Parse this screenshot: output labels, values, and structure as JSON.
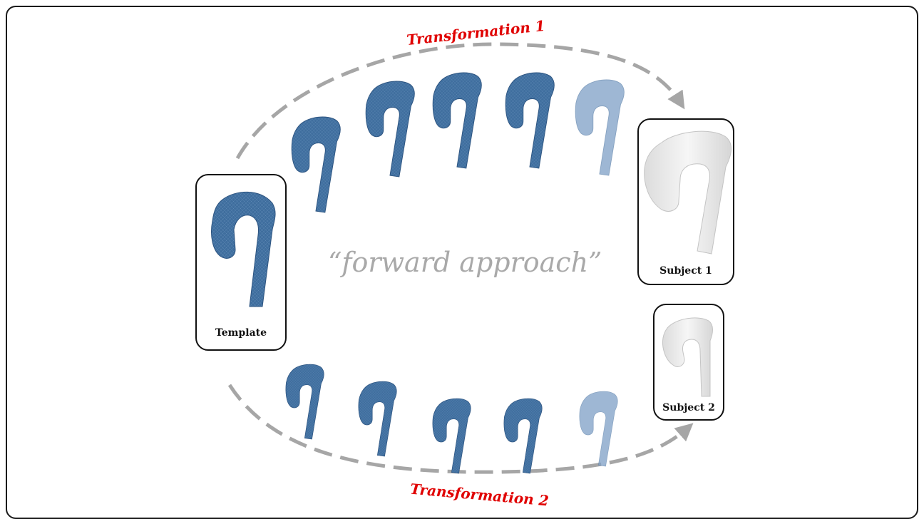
{
  "figure": {
    "approach_label": "“forward approach”",
    "transformation_1_label": "Transformation 1",
    "transformation_2_label": "Transformation 2",
    "template_label": "Template",
    "subject_1_label": "Subject 1",
    "subject_2_label": "Subject 2"
  },
  "colors": {
    "mesh_blue": "#3f6e9e",
    "mesh_blue_light": "#6e97c2",
    "subject_white": "#ececec",
    "arrow_gray": "#a6a6a6",
    "title_red": "#e00000",
    "approach_gray": "#a9a9a9"
  },
  "intermediate_shapes": {
    "top_row_count": 5,
    "bottom_row_count": 5
  }
}
